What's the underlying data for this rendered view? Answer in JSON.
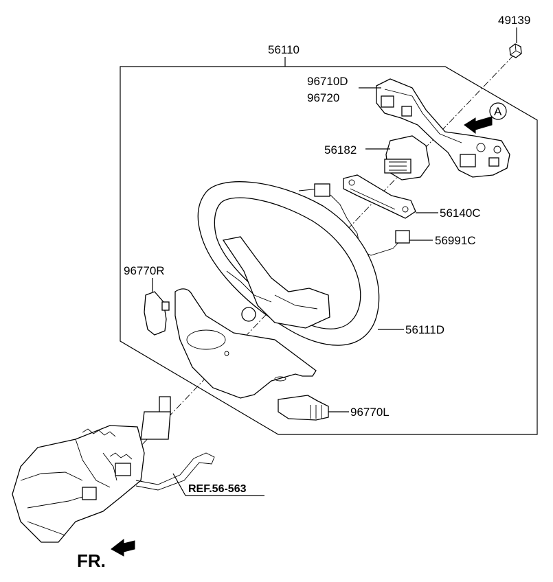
{
  "callouts": {
    "nut": "49139",
    "wheel_assembly": "56110",
    "remote_switch_1": "96710D",
    "remote_switch_2": "96720",
    "clock_spring": "56182",
    "bracket": "56140C",
    "wiring": "56991C",
    "paddle_right": "96770R",
    "wheel": "56111D",
    "paddle_left": "96770L",
    "view_marker": "A",
    "reference": "REF.56-563",
    "front": "FR."
  },
  "colors": {
    "line": "#000000",
    "background": "#ffffff"
  }
}
